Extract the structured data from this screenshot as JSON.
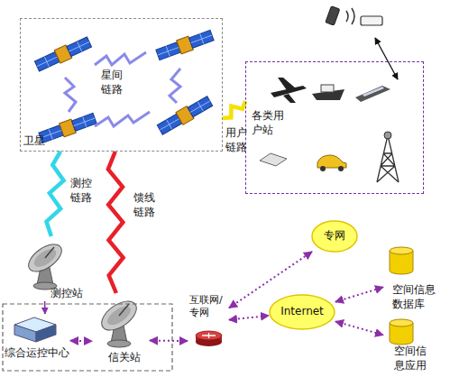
{
  "diagram": {
    "nodes": [
      {
        "text": [
          "卫星"
        ]
      },
      {
        "text": [
          "各类用户站"
        ]
      },
      {
        "text": [
          "测控站"
        ]
      },
      {
        "text": [
          "综合运控中心"
        ]
      },
      {
        "text": [
          "信关站"
        ]
      },
      {
        "text": [
          "互联网/专网"
        ]
      },
      {
        "text": [
          "专网"
        ]
      },
      {
        "text": [
          "Internet"
        ]
      },
      {
        "text": [
          "空间信息数据库"
        ]
      },
      {
        "text": [
          "空间信息应用"
        ]
      }
    ],
    "edges": [
      {
        "from": 0,
        "to": 1,
        "arrow": "none",
        "label": "用户链路"
      },
      {
        "from": 0,
        "to": 2,
        "arrow": "none",
        "label": "测控链路"
      },
      {
        "from": 0,
        "to": 4,
        "arrow": "none",
        "label": "馈线链路"
      },
      {
        "from": 2,
        "to": 3,
        "arrow": "to"
      },
      {
        "from": 3,
        "to": 4,
        "arrow": "both"
      },
      {
        "from": 4,
        "to": 5,
        "arrow": "both"
      },
      {
        "from": 5,
        "to": 6,
        "arrow": "both"
      },
      {
        "from": 5,
        "to": 7,
        "arrow": "both"
      },
      {
        "from": 7,
        "to": 8,
        "arrow": "both"
      },
      {
        "from": 7,
        "to": 9,
        "arrow": "both"
      }
    ],
    "labels": [
      "星间链路"
    ]
  }
}
